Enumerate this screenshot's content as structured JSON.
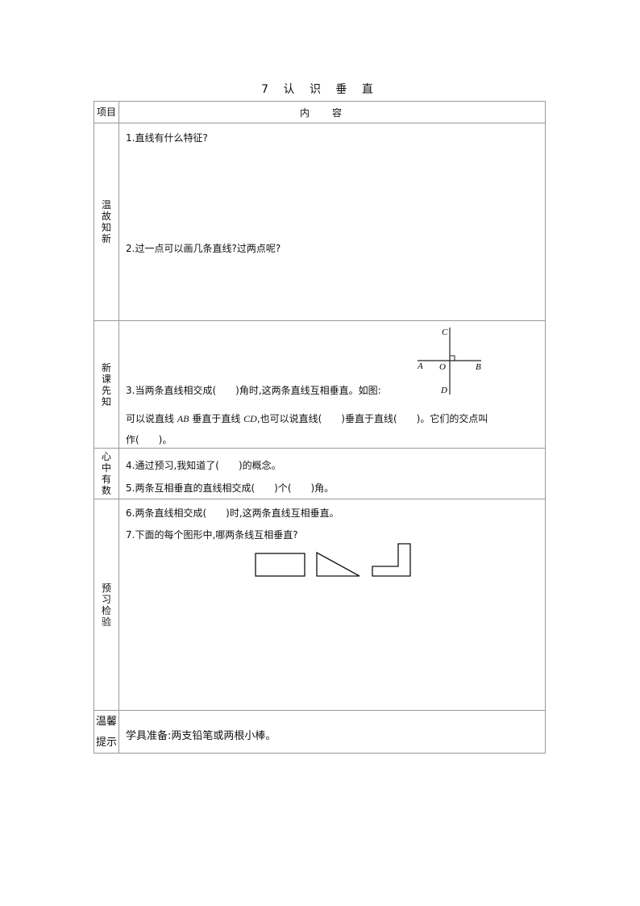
{
  "document": {
    "title": "7  认 识 垂 直"
  },
  "table": {
    "header": {
      "col1": "项目",
      "col2": "内容"
    },
    "sections": [
      {
        "label": "温故知新",
        "items": [
          "1.直线有什么特征?",
          "2.过一点可以画几条直线?过两点呢?"
        ]
      },
      {
        "label": "新课先知",
        "items": {
          "q3": "3.当两条直线相交成(　　)角时,这两条直线互相垂直。如图:",
          "q3_cont_a": "可以说直线 ",
          "q3_ab": "AB",
          "q3_cont_b": " 垂直于直线 ",
          "q3_cd": "CD",
          "q3_cont_c": ",也可以说直线(　　)垂直于直线(　　)。它们的交点叫",
          "q3_end": "作(　　)。"
        },
        "diagram": {
          "labels": {
            "A": "A",
            "B": "B",
            "C": "C",
            "D": "D",
            "O": "O"
          }
        }
      },
      {
        "label": "心中有数",
        "items": [
          "4.通过预习,我知道了(　　)的概念。",
          "5.两条互相垂直的直线相交成(　　)个(　　)角。"
        ]
      },
      {
        "label": "预习检验",
        "items": [
          "6.两条直线相交成(　　)时,这两条直线互相垂直。",
          "7.下面的每个图形中,哪两条线互相垂直?"
        ],
        "figures": [
          "rectangle",
          "right-triangle",
          "l-shape"
        ]
      },
      {
        "label_line1": "温馨",
        "label_line2": "提示",
        "items": [
          "学具准备:两支铅笔或两根小棒。"
        ]
      }
    ]
  }
}
